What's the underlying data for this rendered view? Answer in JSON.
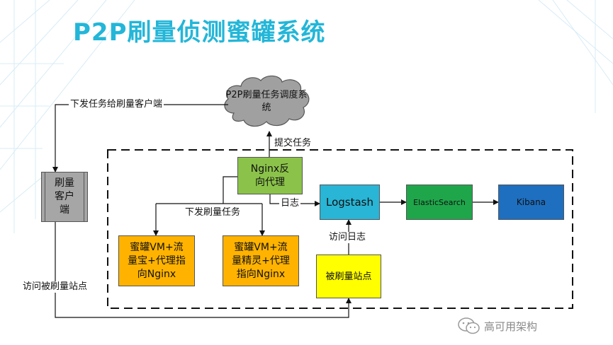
{
  "title": "P2P刷量侦测蜜罐系统",
  "colors": {
    "title": "#23b6d8",
    "nginx": "#8bc34a",
    "logstash": "#29b5d5",
    "elasticsearch": "#1fa64a",
    "kibana": "#1e6fc0",
    "honeypot": "#ffb300",
    "site": "#ffff00",
    "client": "#a6a6a6",
    "cloud": "#a0a0a0"
  },
  "nodes": {
    "cloud_label": "P2P刷量任务调度系统",
    "nginx": "Nginx反向代理",
    "logstash": "Logstash",
    "elasticsearch": "ElasticSearch",
    "kibana": "Kibana",
    "client": "刷量客户端",
    "honeypot1": "蜜罐VM+流量宝+代理指向Nginx",
    "honeypot2": "蜜罐VM+流量精灵+代理指向Nginx",
    "site": "被刷量站点"
  },
  "edge_labels": {
    "dispatch_to_client": "下发任务给刷量客户端",
    "submit_task": "提交任务",
    "log": "日志",
    "dispatch_task": "下发刷量任务",
    "access_log": "访问日志",
    "visit_site": "访问被刷量站点"
  },
  "watermark": "高可用架构"
}
